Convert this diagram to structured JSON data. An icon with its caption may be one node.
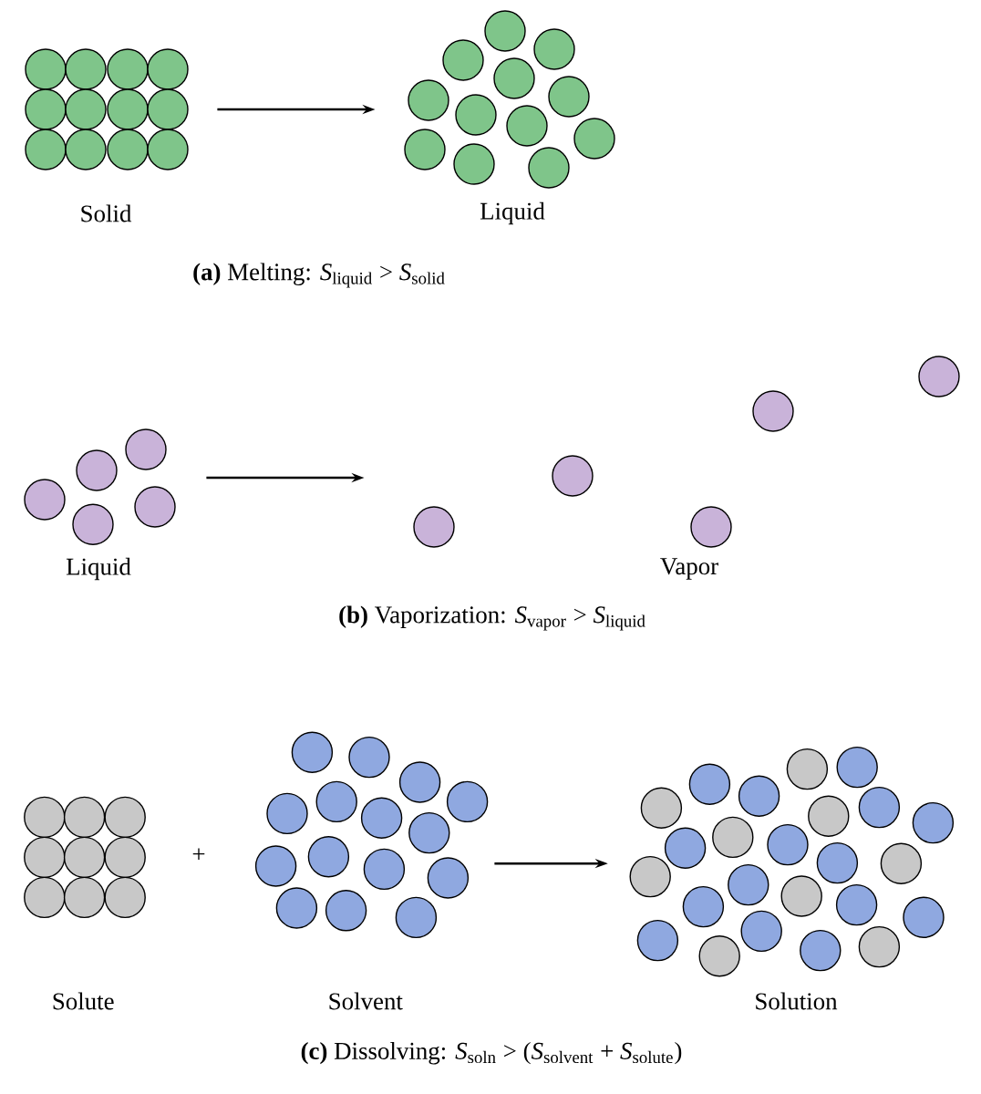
{
  "diagram": {
    "nodes": [
      {
        "text": [
          "Solid"
        ]
      },
      {
        "text": [
          "Liquid"
        ]
      },
      {
        "text": [
          "Liquid"
        ]
      },
      {
        "text": [
          "Vapor"
        ]
      },
      {
        "text": [
          "Solute"
        ]
      },
      {
        "text": [
          "Solvent"
        ]
      },
      {
        "text": [
          "Solution"
        ]
      }
    ],
    "edges": [
      {
        "from": 0,
        "to": 1,
        "arrow": "to"
      },
      {
        "from": 2,
        "to": 3,
        "arrow": "to"
      },
      {
        "from": 5,
        "to": 6,
        "arrow": "to"
      }
    ],
    "labels": [
      "**(a)** Melting: *S*$_{liquid}$ > *S*$_{solid}$",
      "**(b)** Vaporization: *S*$_{vapor}$ > *S*$_{liquid}$",
      "+",
      "**(c)** Dissolving: *S*$_{soln}$ > (*S*$_{solvent}$ + *S*$_{solute}$)"
    ]
  }
}
